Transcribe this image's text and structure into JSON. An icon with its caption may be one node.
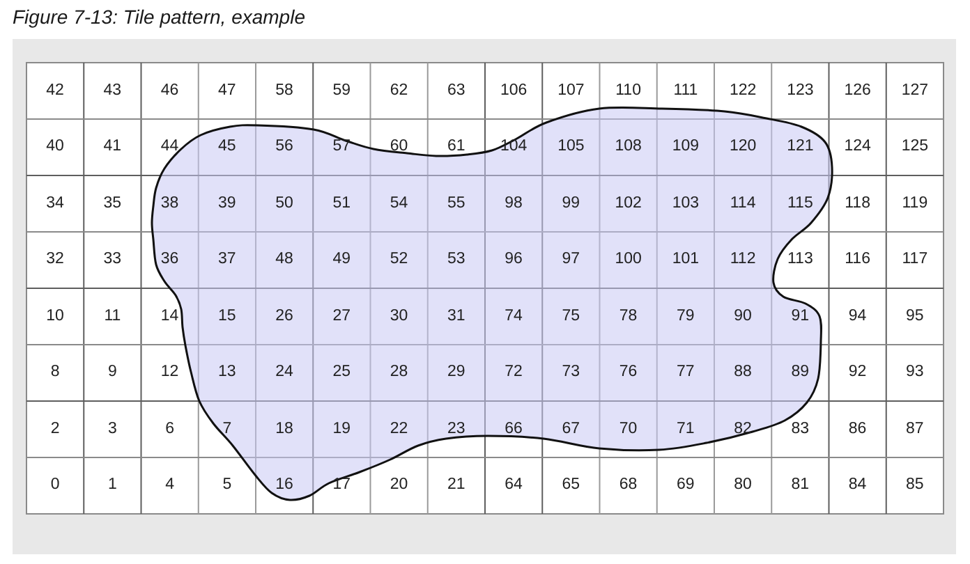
{
  "diagram": {
    "title": "Figure 7-13: Tile pattern, example",
    "labels": [
      "42",
      "43",
      "46",
      "47",
      "58",
      "59",
      "62",
      "63",
      "106",
      "107",
      "110",
      "111",
      "122",
      "123",
      "126",
      "127",
      "40",
      "41",
      "44",
      "45",
      "56",
      "57",
      "60",
      "61",
      "104",
      "105",
      "108",
      "109",
      "120",
      "121",
      "124",
      "125",
      "34",
      "35",
      "38",
      "39",
      "50",
      "51",
      "54",
      "55",
      "98",
      "99",
      "102",
      "103",
      "114",
      "115",
      "118",
      "119",
      "32",
      "33",
      "36",
      "37",
      "48",
      "49",
      "52",
      "53",
      "96",
      "97",
      "100",
      "101",
      "112",
      "113",
      "116",
      "117",
      "10",
      "11",
      "14",
      "15",
      "26",
      "27",
      "30",
      "31",
      "74",
      "75",
      "78",
      "79",
      "90",
      "91",
      "94",
      "95",
      "8",
      "9",
      "12",
      "13",
      "24",
      "25",
      "28",
      "29",
      "72",
      "73",
      "76",
      "77",
      "88",
      "89",
      "92",
      "93",
      "2",
      "3",
      "6",
      "7",
      "18",
      "19",
      "22",
      "23",
      "66",
      "67",
      "70",
      "71",
      "82",
      "83",
      "86",
      "87",
      "0",
      "1",
      "4",
      "5",
      "16",
      "17",
      "20",
      "21",
      "64",
      "65",
      "68",
      "69",
      "80",
      "81",
      "84",
      "85"
    ]
  }
}
